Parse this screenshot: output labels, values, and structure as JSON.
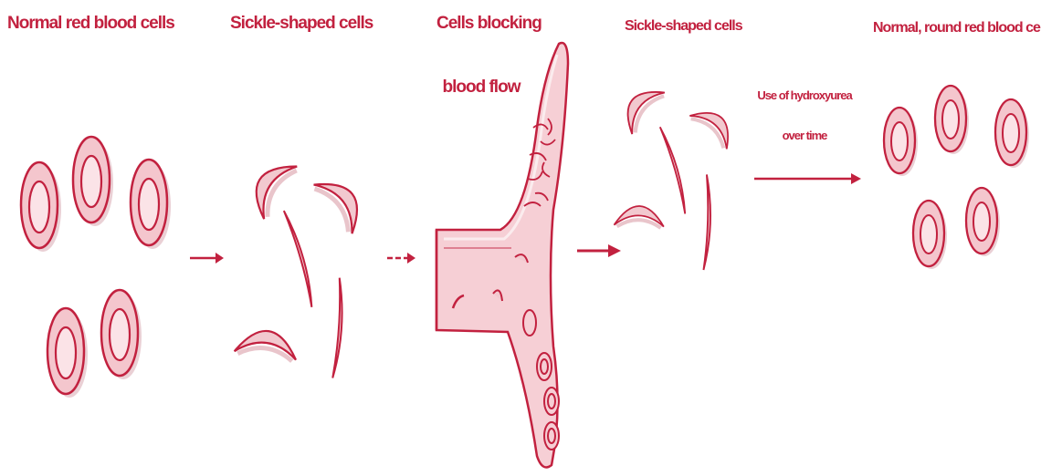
{
  "labels": {
    "normal_cells": "Normal red blood cells",
    "sickle_cells_1": "Sickle-shaped cells",
    "blocking_line1": "Cells blocking",
    "blocking_line2": "blood flow",
    "sickle_cells_2": "Sickle-shaped cells",
    "hydroxyurea_line1": "Use of hydroxyurea",
    "hydroxyurea_line2": "over time",
    "normal_round_cells": "Normal, round red blood cells"
  },
  "colors": {
    "accent": "#c2213f",
    "cell_fill": "#f4c6cd",
    "shadow": "#e8b6be"
  }
}
